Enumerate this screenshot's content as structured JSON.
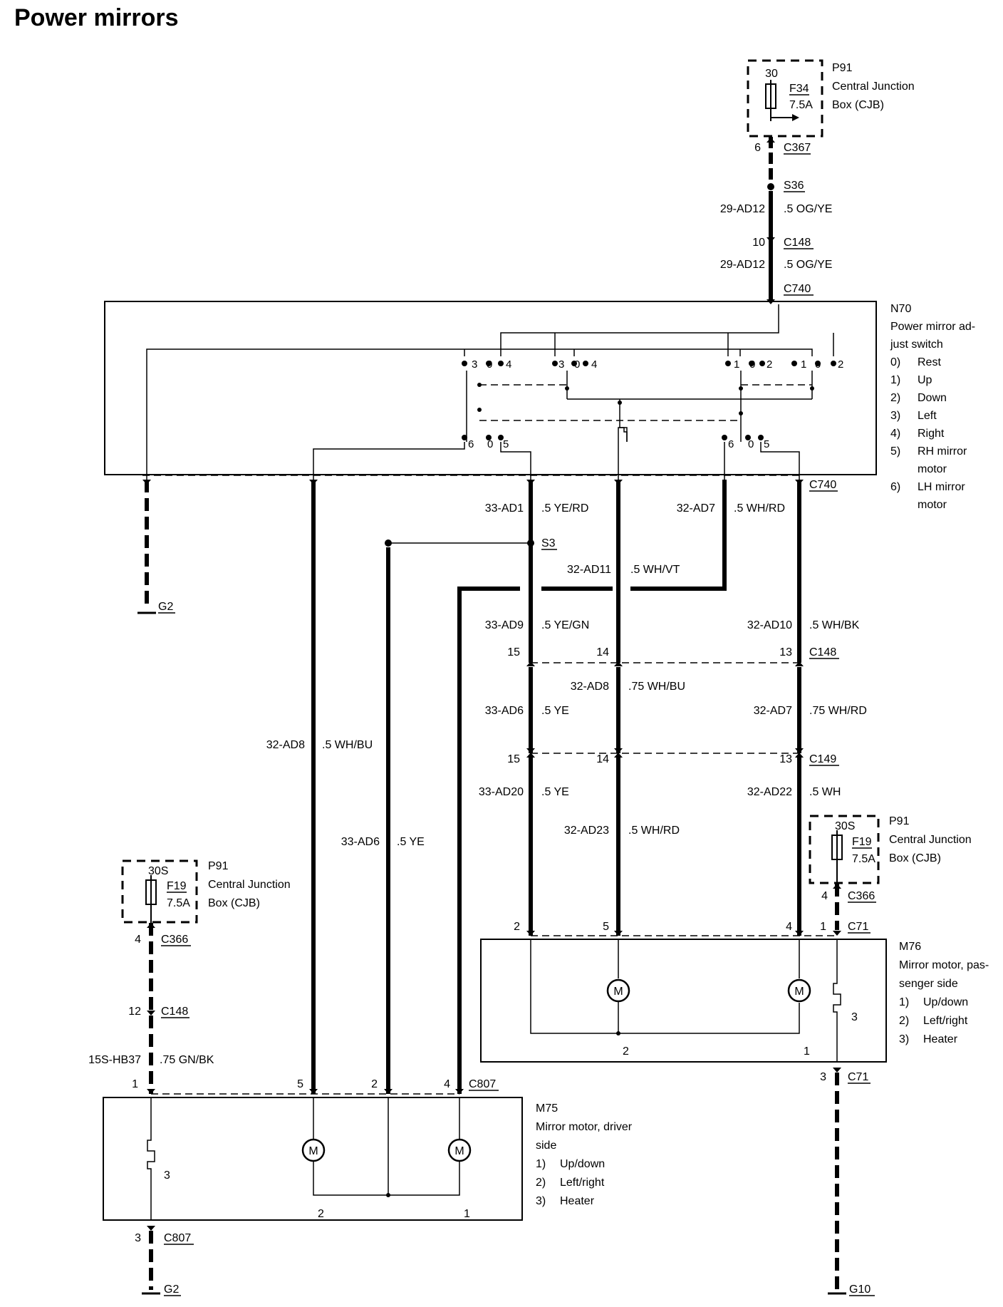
{
  "title": "Power mirrors",
  "components": {
    "p91_top": {
      "id": "P91",
      "name": "Central Junction Box (CJB)",
      "name_lines": [
        "Central Junction",
        "Box (CJB)"
      ],
      "fuse": "F34",
      "rating": "7.5A",
      "terminal": "30",
      "pin": "6",
      "connector": "C367"
    },
    "p91_right": {
      "id": "P91",
      "name_lines": [
        "Central Junction",
        "Box (CJB)"
      ],
      "fuse": "F19",
      "rating": "7.5A",
      "terminal": "30S",
      "pin": "4",
      "connector": "C366"
    },
    "p91_left": {
      "id": "P91",
      "name_lines": [
        "Central Junction",
        "Box (CJB)"
      ],
      "fuse": "F19",
      "rating": "7.5A",
      "terminal": "30S",
      "pin": "4",
      "connector": "C366"
    },
    "n70": {
      "id": "N70",
      "name_lines": [
        "Power mirror ad-",
        "just switch"
      ],
      "legend": [
        {
          "num": "0)",
          "text": "Rest"
        },
        {
          "num": "1)",
          "text": "Up"
        },
        {
          "num": "2)",
          "text": "Down"
        },
        {
          "num": "3)",
          "text": "Left"
        },
        {
          "num": "4)",
          "text": "Right"
        },
        {
          "num": "5)",
          "text": "RH mirror",
          "text2": "motor"
        },
        {
          "num": "6)",
          "text": "LH mirror",
          "text2": "motor"
        }
      ],
      "contacts_top": [
        "3",
        "0",
        "4",
        "3",
        "0",
        "4",
        "1",
        "0",
        "2",
        "1",
        "0",
        "2"
      ],
      "contacts_bottom": [
        "6",
        "0",
        "5",
        "6",
        "0",
        "5"
      ],
      "connector_top": "C740",
      "connector_bottom": "C740"
    },
    "m76": {
      "id": "M76",
      "name_lines": [
        "Mirror motor, pas-",
        "senger side"
      ],
      "legend": [
        {
          "num": "1)",
          "text": "Up/down"
        },
        {
          "num": "2)",
          "text": "Left/right"
        },
        {
          "num": "3)",
          "text": "Heater"
        }
      ],
      "pins_top": [
        "2",
        "5",
        "4",
        "1"
      ],
      "connector_top": "C71",
      "motor_labels": [
        "2",
        "1"
      ],
      "heater_label": "3",
      "pin_bottom": "3",
      "connector_bottom": "C71"
    },
    "m75": {
      "id": "M75",
      "name_lines": [
        "Mirror motor, driver",
        "side"
      ],
      "legend": [
        {
          "num": "1)",
          "text": "Up/down"
        },
        {
          "num": "2)",
          "text": "Left/right"
        },
        {
          "num": "3)",
          "text": "Heater"
        }
      ],
      "pins_top": [
        "1",
        "5",
        "2",
        "4"
      ],
      "connector_top": "C807",
      "motor_labels": [
        "2",
        "1"
      ],
      "heater_label": "3",
      "pin_bottom": "3",
      "connector_bottom": "C807"
    },
    "motor_symbol": "M"
  },
  "splices": {
    "s36": "S36",
    "s3": "S3"
  },
  "grounds": {
    "g2_top": "G2",
    "g2_bottom": "G2",
    "g10": "G10"
  },
  "connectors": {
    "c148_top": {
      "pin": "10",
      "label": "C148"
    },
    "c148_row": {
      "pins": [
        "15",
        "14",
        "13"
      ],
      "label": "C148"
    },
    "c149_row": {
      "pins": [
        "15",
        "14",
        "13"
      ],
      "label": "C149"
    },
    "c148_left": {
      "pin": "12",
      "label": "C148"
    }
  },
  "wires": {
    "w_top1": {
      "circuit": "29-AD12",
      "spec": ".5 OG/YE"
    },
    "w_top2": {
      "circuit": "29-AD12",
      "spec": ".5 OG/YE"
    },
    "w_33ad1": {
      "circuit": "33-AD1",
      "spec": ".5 YE/RD"
    },
    "w_32ad7": {
      "circuit": "32-AD7",
      "spec": ".5 WH/RD"
    },
    "w_32ad11": {
      "circuit": "32-AD11",
      "spec": ".5 WH/VT"
    },
    "w_33ad9": {
      "circuit": "33-AD9",
      "spec": ".5 YE/GN"
    },
    "w_32ad10": {
      "circuit": "32-AD10",
      "spec": ".5 WH/BK"
    },
    "w_32ad8": {
      "circuit": "32-AD8",
      "spec": ".75 WH/BU"
    },
    "w_33ad6": {
      "circuit": "33-AD6",
      "spec": ".5 YE"
    },
    "w_32ad7b": {
      "circuit": "32-AD7",
      "spec": ".75 WH/RD"
    },
    "w_33ad20": {
      "circuit": "33-AD20",
      "spec": ".5 YE"
    },
    "w_32ad23": {
      "circuit": "32-AD23",
      "spec": ".5 WH/RD"
    },
    "w_32ad22": {
      "circuit": "32-AD22",
      "spec": ".5 WH"
    },
    "w_32ad8_left": {
      "circuit": "32-AD8",
      "spec": ".5 WH/BU"
    },
    "w_33ad6_left": {
      "circuit": "33-AD6",
      "spec": ".5 YE"
    },
    "w_15shb37": {
      "circuit": "15S-HB37",
      "spec": ".75 GN/BK"
    }
  }
}
